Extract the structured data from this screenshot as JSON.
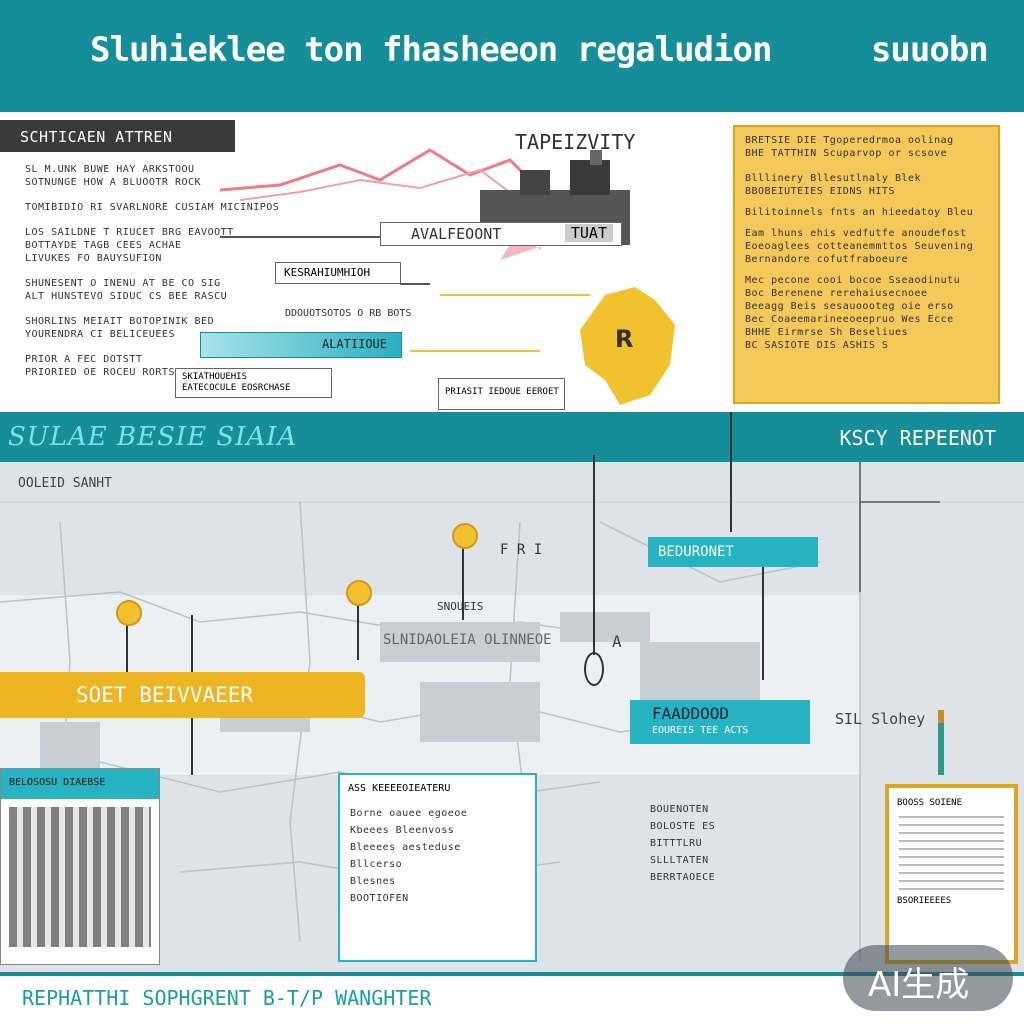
{
  "header": {
    "title": "Sluhieklee ton fhasheeon regaludion",
    "title_suffix": "suuobn"
  },
  "top_left": {
    "banner": "SCHTICAEN ATTREN",
    "lines": [
      "SL M.UNK BUWE HAY ARKSTOOU",
      "SOTNUNGE HOW A BLUOOTR ROCK",
      "TOMIBIDIO RI SVARLNORE CUSIAM MICINIPOS",
      "LOS SAILDNE T RIUCET BRG EAVOOTT",
      "BOTTAYDE TAGB CEES ACHAE",
      "LIVUKES FO BAUYSUFION",
      "SHUNESENT O INENU AT BE CO SIG",
      "ALT HUNSTEVO SIDUC CS BEE RASCU",
      "SHORLINS MEIAIT BOTOPINIK BED",
      "YOURENDRA CI BELICEUEES",
      "PRIOR A FEC DOTSTT",
      "PRIORIED OE ROCEU RORTS BEED"
    ]
  },
  "top_center": {
    "heading": "TAPEIZVITY",
    "callout_1": "AVALFEOONT",
    "callout_1b": "TUAT",
    "callout_2": "KESRAHIUMHIOH",
    "callout_3": "DDOUOTSOTOS O RB BOTS",
    "callout_4": "ALATIIOUE",
    "callout_5": "SKIATHOUEHIS",
    "callout_5b": "EATECOCULE EOSRCHASE",
    "callout_6": "PRIASIT IEDOUE EEROET"
  },
  "top_right_note": {
    "lines": [
      "BRETSIE DIE Tgoperedrmoa oolinag",
      "BHE TATTHIN Scuparvop or scsove",
      "Blllinery Bllesutlnaly Blek",
      "BBOBEIUTEIES EIDNS HITS",
      "Bilitoinnels fnts an hieedatoy Bleu",
      "Eam lhuns ehis vedfutfe anoudefost",
      "Eoeoaglees cotteanemmttos Seuvening",
      "Bernandore cofutfraboeure",
      "Mec pecone cooi bocoe Sseaodinutu",
      "Boc Berenene rerehaiusecnoee",
      "Beeagg Beis sesauoooteg oie erso",
      "Bec Coaeemarineeoeepruo Wes Ecce",
      "BHHE Eirmrse Sh Beseliues",
      "BC SASIOTE DIS ASHIS S"
    ]
  },
  "middle_band": {
    "left_script": "SULAE BESIE SIAIA",
    "right_label": "KSCY REPEENOT"
  },
  "map_section": {
    "label_top_left": "OOLEID SANHT",
    "label_f": "F  R  I",
    "label_center": "SLNIDAOLEIA OLINNEOE",
    "label_mid": "SNOUEIS",
    "yellow_banner": "SOET BEIVVAEER",
    "teal_tag": "BEDURONET",
    "teal_tag_2": "FAADDOOD",
    "teal_tag_3": "EOUREIS TEE ACTS",
    "right_text": "SIL Slohey",
    "label_a": "A"
  },
  "bottom_docs": {
    "doc1_header": "BELOSOSU DIAEBSE",
    "doc2_title": "ASS KEEEEOIEATERU",
    "doc2_lines": [
      "Borne oauee egoeoe",
      "Kbeees Bleenvoss",
      "Bleeees aesteduse",
      "Bllcerso",
      "Blesnes",
      "BOOTIOFEN"
    ],
    "doc3_lines": [
      "BOUENOTEN",
      "BOLOSTE ES",
      "BITTTLRU",
      "SLLLTATEN",
      "BERRTAOECE"
    ],
    "doc4_header": "BOOSS SOIENE",
    "doc4_footer": "BSORIEEEES"
  },
  "footer": {
    "left": "REPHATTHI  SOPHGRENT  B-T/P WANGHTER",
    "watermark": "AI生成"
  }
}
